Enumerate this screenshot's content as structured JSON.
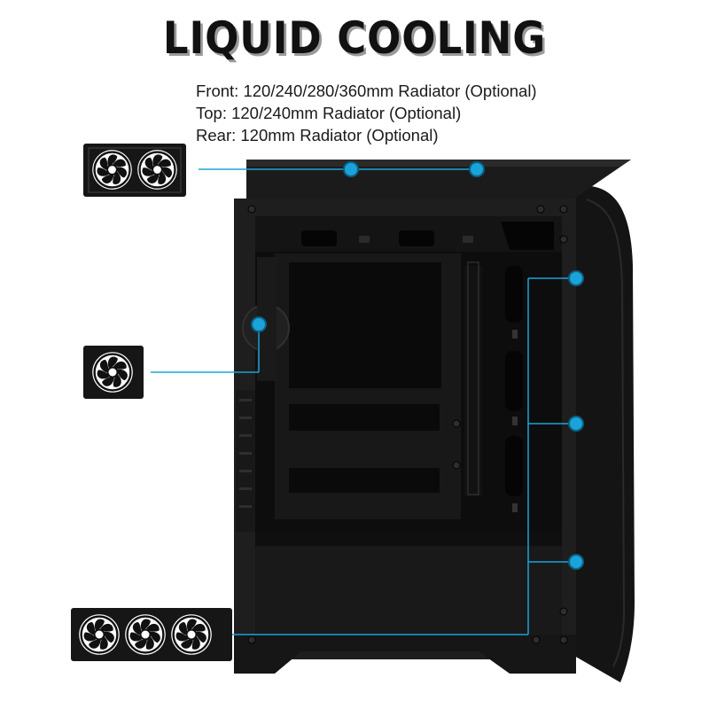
{
  "title": "LIQUID COOLING",
  "specs": [
    "Front: 120/240/280/360mm Radiator (Optional)",
    "Top: 120/240mm Radiator (Optional)",
    "Rear: 120mm Radiator (Optional)"
  ],
  "colors": {
    "accent": "#1aa3d9",
    "case_body": "#1c1c1c",
    "case_dark": "#0b0b0b",
    "radiator_frame": "#161616",
    "fan_blade": "#ffffff"
  },
  "radiators": [
    {
      "name": "top-radiator",
      "fans": 2
    },
    {
      "name": "rear-radiator",
      "fans": 1
    },
    {
      "name": "front-radiator",
      "fans": 3
    }
  ]
}
